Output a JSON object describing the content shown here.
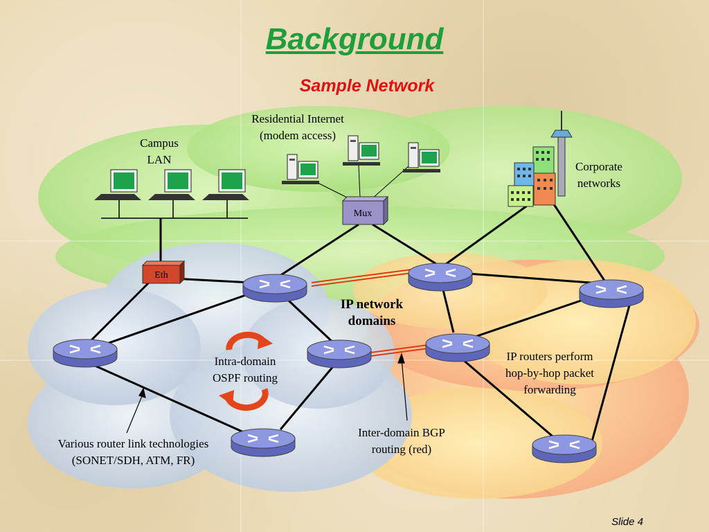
{
  "slide": {
    "title": "Background",
    "subtitle": "Sample Network",
    "number": "Slide 4"
  },
  "labels": {
    "residential": [
      "Residential Internet",
      "(modem access)"
    ],
    "campus": [
      "Campus",
      "LAN"
    ],
    "corporate": [
      "Corporate",
      "networks"
    ],
    "ip_network": [
      "IP network",
      "domains"
    ],
    "intra_domain": [
      "Intra-domain",
      "OSPF routing"
    ],
    "ip_routers": [
      "IP routers perform",
      "hop-by-hop packet",
      "forwarding"
    ],
    "inter_domain": [
      "Inter-domain BGP",
      "routing (red)"
    ],
    "link_tech": [
      "Various router link technologies",
      "(SONET/SDH, ATM, FR)"
    ]
  },
  "devices": {
    "mux": "Mux",
    "eth": "Eth"
  },
  "colors": {
    "title_green": "#1f9e3c",
    "subtitle_red": "#e01010",
    "lan_cloud": "#bfe99a",
    "blue_domain": "#cdd9e6",
    "orange_domain": "#f7b98c",
    "yellow_domain": "#f8e09a",
    "router": "#8e98e0",
    "bgp_link": "#e23a10",
    "ospf_arrow": "#e5451b"
  }
}
